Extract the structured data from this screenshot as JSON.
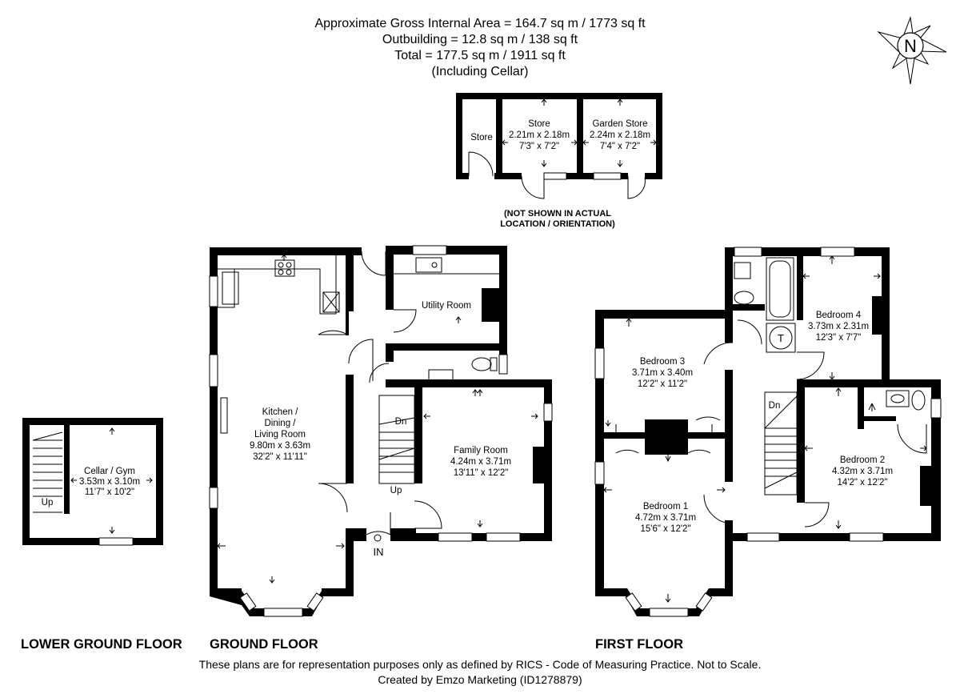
{
  "header": {
    "line1": "Approximate Gross Internal Area = 164.7 sq m / 1773 sq ft",
    "line2": "Outbuilding = 12.8 sq m / 138 sq ft",
    "line3": "Total = 177.5 sq m / 1911 sq ft",
    "line4": "(Including Cellar)"
  },
  "compass": {
    "letter": "N"
  },
  "outbuilding": {
    "store_small": "Store",
    "store": {
      "name": "Store",
      "metric": "2.21m x 2.18m",
      "imperial": "7'3\" x 7'2\""
    },
    "garden_store": {
      "name": "Garden Store",
      "metric": "2.24m x 2.18m",
      "imperial": "7'4\" x 7'2\""
    },
    "note_line1": "(NOT SHOWN IN ACTUAL",
    "note_line2": "LOCATION / ORIENTATION)"
  },
  "lower_ground": {
    "title": "LOWER GROUND FLOOR",
    "cellar": {
      "name": "Cellar / Gym",
      "metric": "3.53m x 3.10m",
      "imperial": "11'7\" x 10'2\""
    },
    "stairs": "Up"
  },
  "ground": {
    "title": "GROUND FLOOR",
    "kitchen": {
      "line1": "Kitchen /",
      "line2": "Dining /",
      "line3": "Living Room",
      "metric": "9.80m x 3.63m",
      "imperial": "32'2\" x 11'11\""
    },
    "utility": {
      "name": "Utility Room"
    },
    "family": {
      "name": "Family Room",
      "metric": "4.24m x 3.71m",
      "imperial": "13'11\" x 12'2\""
    },
    "stairs_down": "Dn",
    "stairs_up": "Up",
    "entrance": "IN"
  },
  "first": {
    "title": "FIRST FLOOR",
    "bedroom1": {
      "name": "Bedroom 1",
      "metric": "4.72m x 3.71m",
      "imperial": "15'6\" x 12'2\""
    },
    "bedroom2": {
      "name": "Bedroom 2",
      "metric": "4.32m x 3.71m",
      "imperial": "14'2\" x 12'2\""
    },
    "bedroom3": {
      "name": "Bedroom 3",
      "metric": "3.71m x 3.40m",
      "imperial": "12'2\" x 11'2\""
    },
    "bedroom4": {
      "name": "Bedroom 4",
      "metric": "3.73m x 2.31m",
      "imperial": "12'3\" x 7'7\""
    },
    "stairs_down": "Dn",
    "tank": "T"
  },
  "footer": {
    "line1": "These plans are for representation purposes only as defined by RICS - Code of Measuring Practice. Not to Scale.",
    "line2": "Created by Emzo Marketing (ID1278879)"
  }
}
